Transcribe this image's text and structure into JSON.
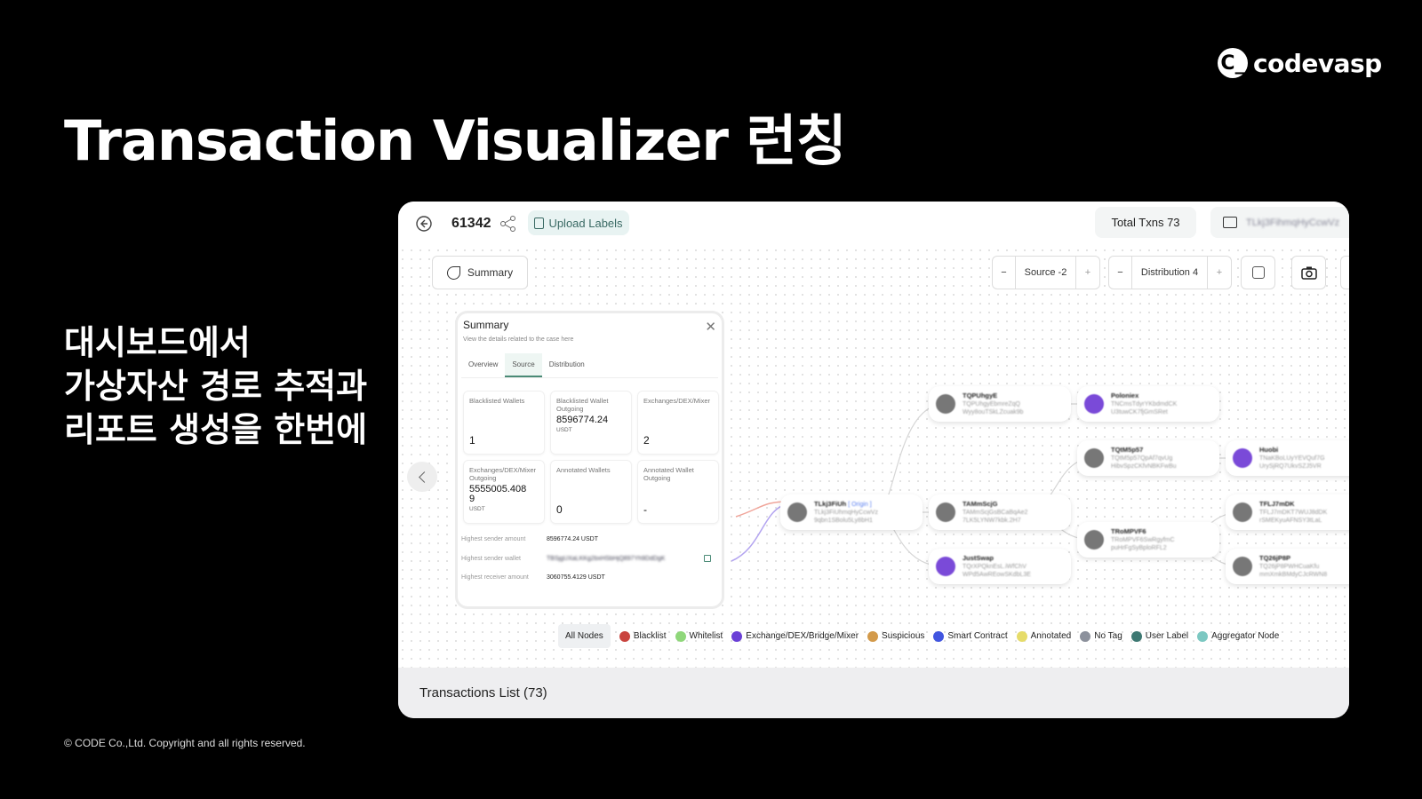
{
  "slide": {
    "title": "Transaction Visualizer 런칭",
    "subtitle_lines": [
      "대시보드에서",
      "가상자산 경로 추적과",
      "리포트 생성을 한번에"
    ],
    "logo_text": "codevasp",
    "logo_mark": "C_",
    "copyright": "© CODE Co.,Ltd. Copyright and all rights reserved."
  },
  "app": {
    "case_id": "61342",
    "upload_labels": "Upload Labels",
    "total_txns": "Total Txns 73",
    "wallet": "TLkj3FihmqHyCcwVz",
    "summary_button": "Summary",
    "source_label": "Source -2",
    "distribution_label": "Distribution 4",
    "minus": "−",
    "plus": "+",
    "summary": {
      "title": "Summary",
      "desc": "View the details related to the case here",
      "tabs": [
        "Overview",
        "Source",
        "Distribution"
      ],
      "cells": [
        {
          "label": "Blacklisted Wallets",
          "value": "1"
        },
        {
          "label": "Blacklisted Wallet Outgoing",
          "value": "8596774.24",
          "unit": "USDT"
        },
        {
          "label": "Exchanges/DEX/Mixer",
          "value": "2"
        },
        {
          "label": "Exchanges/DEX/Mixer Outgoing",
          "value": "5555005.4089",
          "unit": "USDT"
        },
        {
          "label": "Annotated Wallets",
          "value": "0"
        },
        {
          "label": "Annotated Wallet Outgoing",
          "value": "-"
        }
      ],
      "rows": [
        {
          "k": "Highest sender amount",
          "v": "8596774.24 USDT"
        },
        {
          "k": "Highest sender wallet",
          "v": "TBSjgUXaLKKg2bxHSbHjQ897Yh9DdDgK"
        },
        {
          "k": "Highest receiver amount",
          "v": "3060755.4129 USDT"
        }
      ]
    },
    "nodes": [
      {
        "name": "TLkj3FiUh",
        "tag": "[ Origin ]",
        "a1": "TLkj3FiUhmqHyCcwVz",
        "a2": "9qbn1SBolu5Ly8bH1"
      },
      {
        "name": "TQPUhgyE",
        "a1": "TQPUhgyEbmreZqQ",
        "a2": "Wyy8ouTSkLZcuak9b"
      },
      {
        "name": "TAMmScjG",
        "a1": "TAMmScjGsBCaBqAe2",
        "a2": "7LK5LYNW7kbk.2H7"
      },
      {
        "name": "JustSwap",
        "a1": "TQrXPQknEsL.iWfChV",
        "a2": "WPd5AwREowSKdbL3E"
      },
      {
        "name": "Poloniex",
        "a1": "TNCmsTdyrYKbdmdCK",
        "a2": "U3tuwCK7fjGmSRet"
      },
      {
        "name": "TQtM5p57",
        "a1": "TQtM5p57QpAf7qvUg",
        "a2": "HibvSpzCKfvNBKFwBu"
      },
      {
        "name": "TRoMPVF6",
        "a1": "TRoMPVF6SwRgyfmC",
        "a2": "puHrFgSyBploRFL2"
      },
      {
        "name": "Huobi",
        "a1": "TNaKBoLUyYEVQuf7G",
        "a2": "UrySjRQ7UkvSZJ5VR"
      },
      {
        "name": "TFLJ7mDK",
        "a1": "TFLJ7mDKT7WUJ8dDK",
        "a2": "rSMEKyuAFNSY3tLaL"
      },
      {
        "name": "TQ26jP8P",
        "a1": "TQ26jP8PWHCuaKfu",
        "a2": "mmXmkBMdyCJcRWN8"
      }
    ],
    "legend": {
      "all": "All Nodes",
      "items": [
        {
          "label": "Blacklist",
          "color": "#c9443f"
        },
        {
          "label": "Whitelist",
          "color": "#8fd77a"
        },
        {
          "label": "Exchange/DEX/Bridge/Mixer",
          "color": "#6a3fd6"
        },
        {
          "label": "Suspicious",
          "color": "#d39a4a"
        },
        {
          "label": "Smart Contract",
          "color": "#4155e0"
        },
        {
          "label": "Annotated",
          "color": "#e6dc6a"
        },
        {
          "label": "No Tag",
          "color": "#8c919c"
        },
        {
          "label": "User Label",
          "color": "#3d7872"
        },
        {
          "label": "Aggregator Node",
          "color": "#7cc8c2"
        }
      ]
    },
    "transactions_list": "Transactions List (73)"
  }
}
